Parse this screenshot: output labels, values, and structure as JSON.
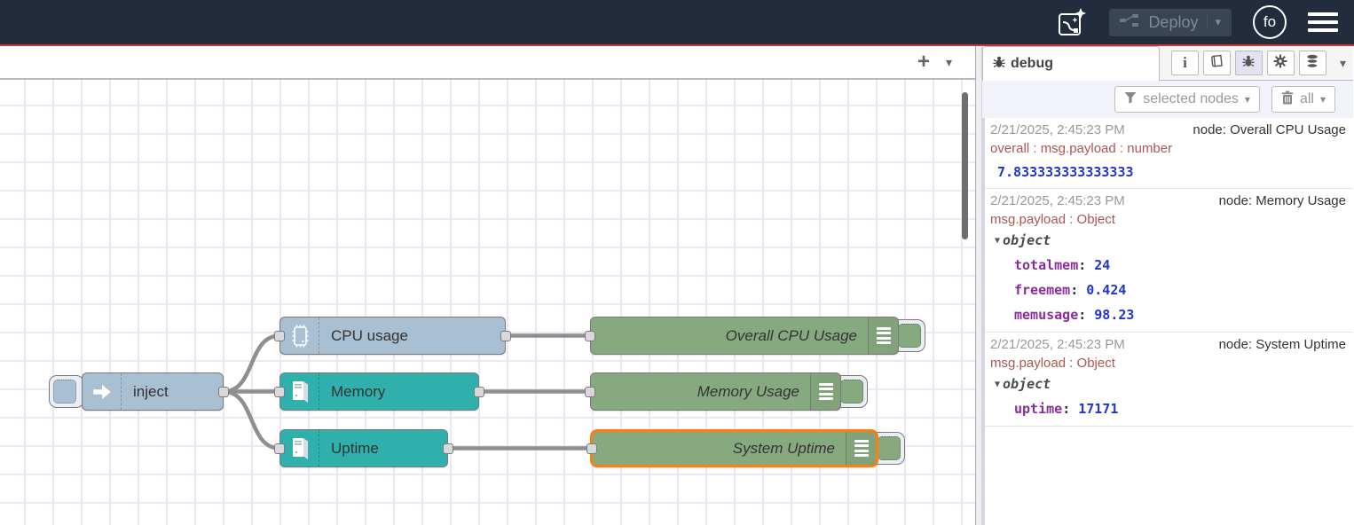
{
  "header": {
    "deploy_label": "Deploy",
    "avatar_text": "fo"
  },
  "icons": {
    "plus": "+",
    "chevron_down": "▾",
    "caret_down": "▼"
  },
  "flow": {
    "nodes": [
      {
        "type": "inject",
        "label": "inject"
      },
      {
        "type": "cpu",
        "label": "CPU usage"
      },
      {
        "type": "os",
        "label": "Memory"
      },
      {
        "type": "os",
        "label": "Uptime"
      },
      {
        "type": "debug",
        "label": "Overall CPU Usage"
      },
      {
        "type": "debug",
        "label": "Memory Usage"
      },
      {
        "type": "debug",
        "label": "System Uptime",
        "selected": true
      }
    ]
  },
  "sidebar": {
    "tab_label": "debug",
    "filter_button": "selected nodes",
    "clear_button": "all",
    "messages": [
      {
        "timestamp": "2/21/2025, 2:45:23 PM",
        "source": "node: Overall CPU Usage",
        "meta": "overall : msg.payload : number",
        "value": "7.833333333333333"
      },
      {
        "timestamp": "2/21/2025, 2:45:23 PM",
        "source": "node: Memory Usage",
        "meta": "msg.payload : Object",
        "object_label": "object",
        "properties": [
          {
            "key": "totalmem",
            "value": "24"
          },
          {
            "key": "freemem",
            "value": "0.424"
          },
          {
            "key": "memusage",
            "value": "98.23"
          }
        ]
      },
      {
        "timestamp": "2/21/2025, 2:45:23 PM",
        "source": "node: System Uptime",
        "meta": "msg.payload : Object",
        "object_label": "object",
        "properties": [
          {
            "key": "uptime",
            "value": "17171"
          }
        ]
      }
    ]
  },
  "colors": {
    "header_bg": "#222c3c",
    "accent_line": "#cc3532",
    "node_inject": "#a9bfd2",
    "node_os": "#2fb0ad",
    "node_debug": "#87a980",
    "selected_border": "#ff7f0e",
    "debug_number": "#2033d6",
    "debug_key": "#8a2d9c",
    "debug_meta": "#ab5555"
  }
}
